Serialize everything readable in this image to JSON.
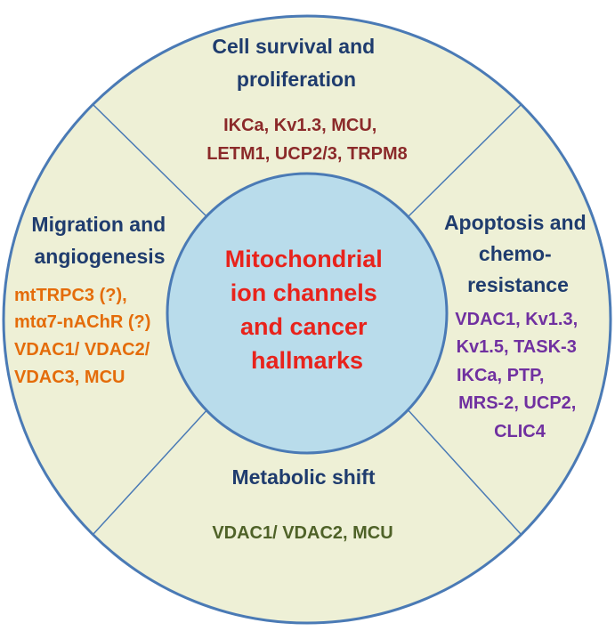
{
  "center": {
    "lines": [
      "Mitochondrial",
      "ion channels",
      "and cancer",
      "hallmarks"
    ]
  },
  "sections": {
    "top": {
      "title": [
        "Cell survival and",
        "proliferation"
      ],
      "items": [
        "IKCa, Kv1.3, MCU,",
        "LETM1, UCP2/3, TRPM8"
      ]
    },
    "right": {
      "title": [
        "Apoptosis and",
        "chemo-",
        "resistance"
      ],
      "items": [
        "VDAC1, Kv1.3,",
        "Kv1.5, TASK-3",
        "IKCa, PTP,",
        "MRS-2, UCP2,",
        "CLIC4"
      ]
    },
    "bottom": {
      "title": [
        "Metabolic shift"
      ],
      "items": [
        "VDAC1/ VDAC2, MCU"
      ]
    },
    "left": {
      "title": [
        "Migration and",
        "angiogenesis"
      ],
      "items": [
        "mtTRPC3 (?),",
        "mtα7-nAChR (?)",
        "VDAC1/ VDAC2/",
        "VDAC3, MCU"
      ]
    }
  },
  "colors": {
    "outer_fill": "#eef0d6",
    "outer_stroke": "#4a7ab5",
    "inner_fill": "#b9dceb",
    "inner_stroke": "#4a7ab5",
    "title_text": "#1f3c6e",
    "center_text": "#e8231c",
    "top_items": "#8b2a2a",
    "right_items": "#7030a0",
    "bottom_items": "#4f6228",
    "left_items": "#e46c0a"
  }
}
